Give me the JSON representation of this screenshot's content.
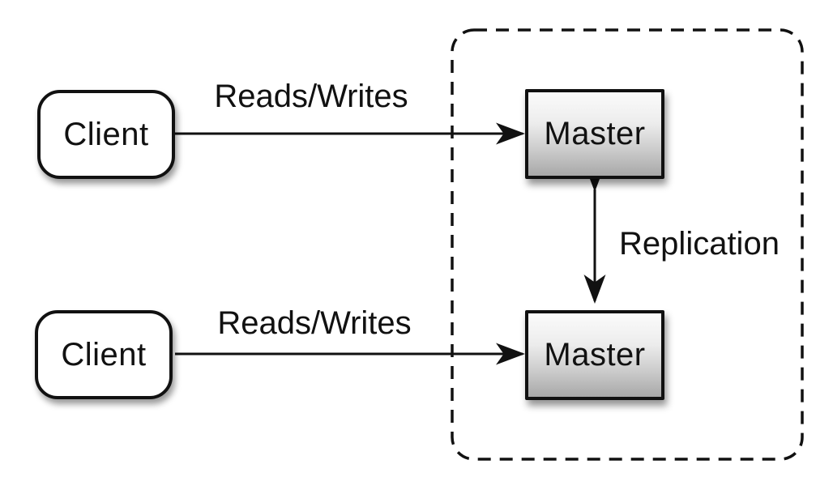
{
  "diagram": {
    "nodes": {
      "client_top": {
        "label": "Client"
      },
      "client_bottom": {
        "label": "Client"
      },
      "master_top": {
        "label": "Master"
      },
      "master_bottom": {
        "label": "Master"
      }
    },
    "edges": {
      "reads_writes_top": {
        "label": "Reads/Writes"
      },
      "reads_writes_bottom": {
        "label": "Reads/Writes"
      },
      "replication": {
        "label": "Replication"
      }
    },
    "colors": {
      "stroke": "#111111",
      "background": "#ffffff",
      "client_fill": "#ffffff",
      "master_gradient_top": "#fbfbfb",
      "master_gradient_bottom": "#a8a8a8"
    }
  }
}
